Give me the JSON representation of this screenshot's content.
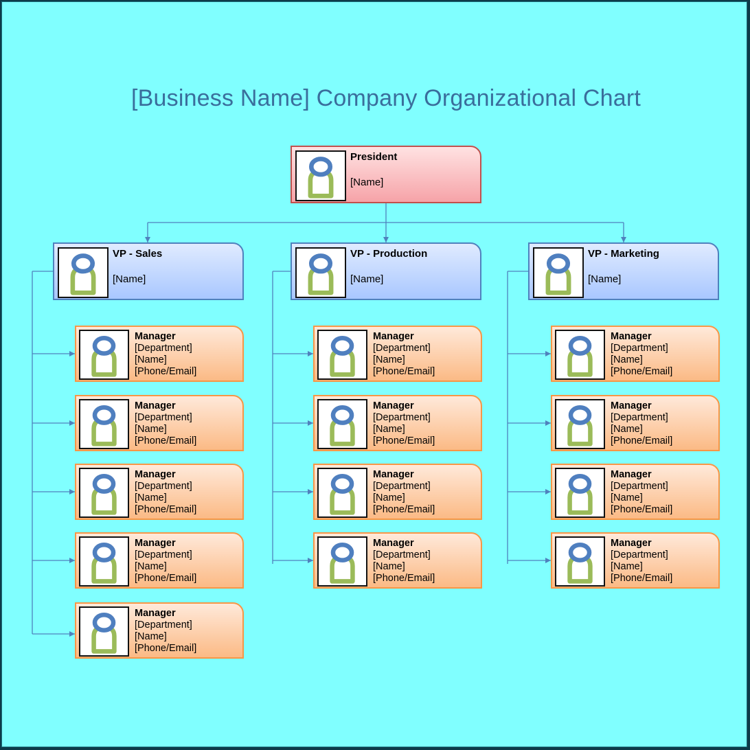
{
  "title": "[Business Name] Company Organizational Chart",
  "colors": {
    "background": "#80ffff",
    "title": "#3a6e9c",
    "president_border": "#c0504d",
    "vp_border": "#4f81bd",
    "manager_border": "#f79646",
    "connector": "#4f81bd",
    "avatar_head": "#4f7fbf",
    "avatar_body": "#9bbb59"
  },
  "avatar_icon": "person-placeholder-icon",
  "president": {
    "role": "President",
    "name": "[Name]"
  },
  "vps": [
    {
      "role": "VP - Sales",
      "name": "[Name]",
      "managers": [
        {
          "role": "Manager",
          "department": "[Department]",
          "name": "[Name]",
          "contact": "[Phone/Email]"
        },
        {
          "role": "Manager",
          "department": "[Department]",
          "name": "[Name]",
          "contact": "[Phone/Email]"
        },
        {
          "role": "Manager",
          "department": "[Department]",
          "name": "[Name]",
          "contact": "[Phone/Email]"
        },
        {
          "role": "Manager",
          "department": "[Department]",
          "name": "[Name]",
          "contact": "[Phone/Email]"
        },
        {
          "role": "Manager",
          "department": "[Department]",
          "name": "[Name]",
          "contact": "[Phone/Email]"
        }
      ]
    },
    {
      "role": "VP - Production",
      "name": "[Name]",
      "managers": [
        {
          "role": "Manager",
          "department": "[Department]",
          "name": "[Name]",
          "contact": "[Phone/Email]"
        },
        {
          "role": "Manager",
          "department": "[Department]",
          "name": "[Name]",
          "contact": "[Phone/Email]"
        },
        {
          "role": "Manager",
          "department": "[Department]",
          "name": "[Name]",
          "contact": "[Phone/Email]"
        },
        {
          "role": "Manager",
          "department": "[Department]",
          "name": "[Name]",
          "contact": "[Phone/Email]"
        }
      ]
    },
    {
      "role": "VP - Marketing",
      "name": "[Name]",
      "managers": [
        {
          "role": "Manager",
          "department": "[Department]",
          "name": "[Name]",
          "contact": "[Phone/Email]"
        },
        {
          "role": "Manager",
          "department": "[Department]",
          "name": "[Name]",
          "contact": "[Phone/Email]"
        },
        {
          "role": "Manager",
          "department": "[Department]",
          "name": "[Name]",
          "contact": "[Phone/Email]"
        },
        {
          "role": "Manager",
          "department": "[Department]",
          "name": "[Name]",
          "contact": "[Phone/Email]"
        }
      ]
    }
  ]
}
